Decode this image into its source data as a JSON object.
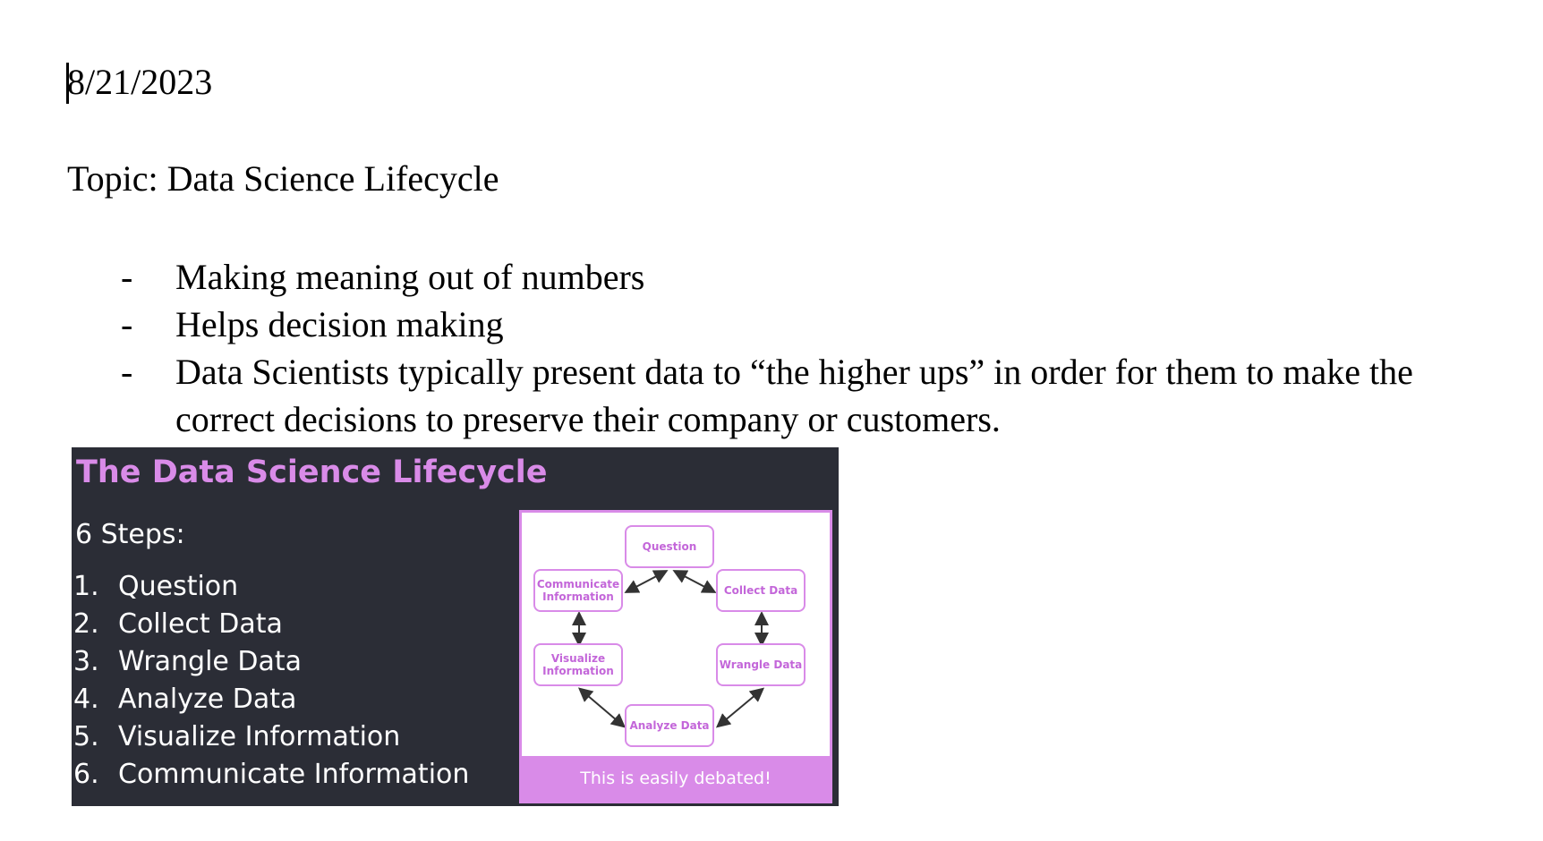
{
  "document": {
    "date": "8/21/2023",
    "topic": "Topic: Data Science Lifecycle",
    "bullet_marker": "-",
    "bullets": [
      "Making meaning out of numbers",
      "Helps decision making",
      "Data Scientists typically present data to “the higher ups” in order for them to make the correct decisions to preserve their company or customers."
    ]
  },
  "slide": {
    "title": "The Data Science Lifecycle",
    "subtitle": "6 Steps:",
    "steps": [
      {
        "num": "1.",
        "label": "Question"
      },
      {
        "num": "2.",
        "label": "Collect Data"
      },
      {
        "num": "3.",
        "label": "Wrangle Data"
      },
      {
        "num": "4.",
        "label": "Analyze Data"
      },
      {
        "num": "5.",
        "label": "Visualize Information"
      },
      {
        "num": "6.",
        "label": "Communicate Information"
      }
    ],
    "diagram": {
      "nodes": {
        "question": "Question",
        "collect": "Collect Data",
        "communicate": "Communicate Information",
        "wrangle": "Wrangle Data",
        "visualize": "Visualize Information",
        "analyze": "Analyze Data"
      },
      "footer": "This is easily debated!"
    },
    "colors": {
      "background": "#2b2d36",
      "accent": "#d98be8",
      "node_text": "#c366d9"
    }
  }
}
